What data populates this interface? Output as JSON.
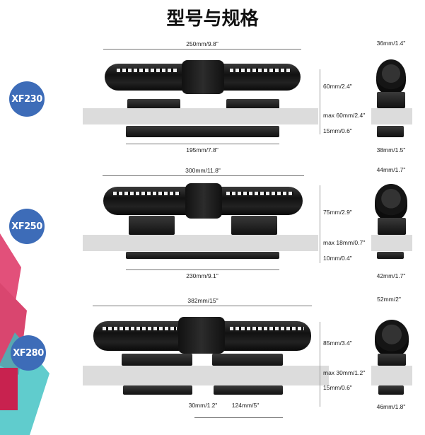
{
  "title": "型号与规格",
  "models": [
    {
      "name": "XF230",
      "length": "250mm/9.8\"",
      "height": "60mm/2.4\"",
      "max_glass": "max 60mm/2.4\"",
      "clamp_thickness": "15mm/0.6\"",
      "clamp_length": "195mm/7.8\"",
      "side_width": "36mm/1.4\"",
      "side_base": "38mm/1.5\""
    },
    {
      "name": "XF250",
      "length": "300mm/11.8\"",
      "height": "75mm/2.9\"",
      "max_glass": "max 18mm/0.7\"",
      "clamp_thickness": "10mm/0.4\"",
      "clamp_length": "230mm/9.1\"",
      "side_width": "44mm/1.7\"",
      "side_base": "42mm/1.7\""
    },
    {
      "name": "XF280",
      "length": "382mm/15\"",
      "height": "85mm/3.4\"",
      "max_glass": "max 30mm/1.2\"",
      "clamp_thickness": "15mm/0.6\"",
      "clamp_gap": "30mm/1.2\"",
      "clamp_length": "124mm/5\"",
      "side_width": "52mm/2\"",
      "side_base": "46mm/1.8\""
    }
  ],
  "colors": {
    "badge": "#3d6cb8",
    "glass": "#dcdcdc",
    "pump": "#111111"
  }
}
